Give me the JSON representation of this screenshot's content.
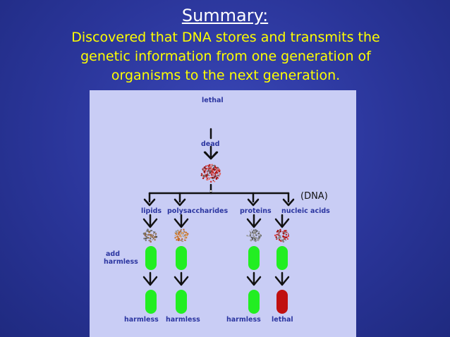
{
  "slide": {
    "title": "Summary:",
    "summary_lines": [
      "Discovered that DNA stores and transmits the",
      "genetic information from one generation of",
      "organisms to the next generation."
    ]
  },
  "diagram": {
    "top_label": "lethal",
    "after_kill_label": "dead",
    "dna_note": "(DNA)",
    "fractions": [
      "lipids",
      "polysaccharides",
      "proteins",
      "nucleic acids"
    ],
    "add_label_line1": "add",
    "add_label_line2": "harmless",
    "results": [
      "harmless",
      "harmless",
      "harmless",
      "lethal"
    ],
    "colors": {
      "panel_bg": "#c9cdf5",
      "label_blue": "#2b35a0",
      "harmless_green": "#22ee22",
      "lethal_red": "#c01010",
      "summary_yellow": "#ffff00"
    }
  }
}
